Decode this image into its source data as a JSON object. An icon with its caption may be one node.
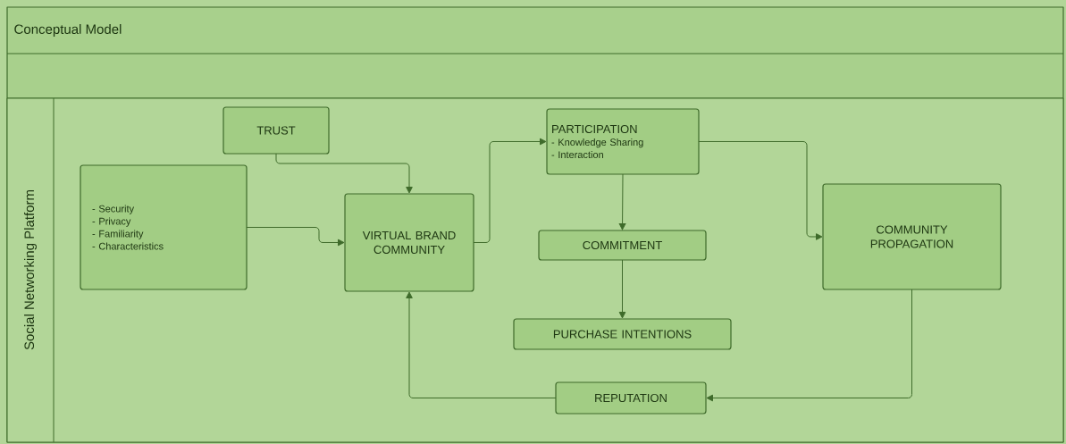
{
  "diagram": {
    "nodes": [
      {
        "text": [
          "Conceptual Model"
        ]
      },
      {
        "text": [
          "Social Networking Platform"
        ],
        "in": 0
      },
      {
        "text": [
          "TRUST"
        ],
        "in": 1
      },
      {
        "text": [
          "- Security",
          "- Privacy",
          "- Familiarity",
          "- Characteristics"
        ],
        "in": 1
      },
      {
        "text": [
          "VIRTUAL BRAND COMMUNITY"
        ],
        "in": 1
      },
      {
        "text": [
          "PARTICIPATION",
          "- Knowledge Sharing",
          "- Interaction"
        ],
        "in": 1
      },
      {
        "text": [
          "COMMITMENT"
        ],
        "in": 1
      },
      {
        "text": [
          "PURCHASE INTENTIONS"
        ],
        "in": 1
      },
      {
        "text": [
          "COMMUNITY PROPAGATION"
        ],
        "in": 1
      },
      {
        "text": [
          "REPUTATION"
        ],
        "in": 1
      }
    ],
    "edges": [
      {
        "from": 2,
        "to": 4,
        "arrow": "to"
      },
      {
        "from": 3,
        "to": 4,
        "arrow": "to"
      },
      {
        "from": 4,
        "to": 5,
        "arrow": "to"
      },
      {
        "from": 5,
        "to": 6,
        "arrow": "to"
      },
      {
        "from": 6,
        "to": 7,
        "arrow": "to"
      },
      {
        "from": 5,
        "to": 8,
        "arrow": "to"
      },
      {
        "from": 8,
        "to": 9,
        "arrow": "to"
      },
      {
        "from": 9,
        "to": 4,
        "arrow": "to"
      }
    ]
  }
}
